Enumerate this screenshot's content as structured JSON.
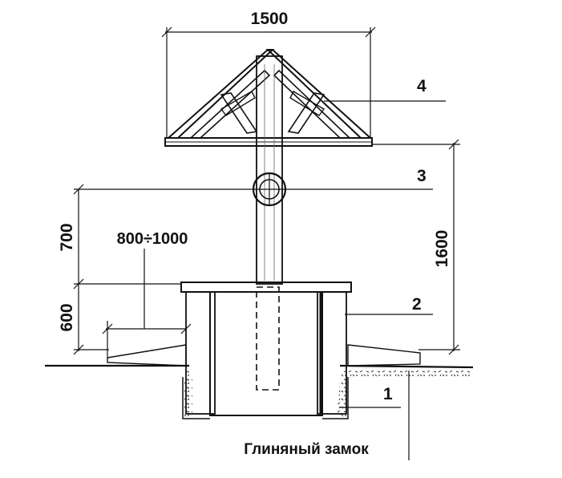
{
  "drawing": {
    "dimensions": {
      "canopy_width": "1500",
      "post_above_collar": "700",
      "window_of_distance": "800÷1000",
      "collar_height": "600",
      "total_height": "1600"
    },
    "callouts": {
      "c1": "1",
      "c2": "2",
      "c3": "3",
      "c4": "4"
    },
    "caption": "Глиняный замок",
    "colors": {
      "ink": "#111111",
      "paper": "#ffffff"
    }
  }
}
